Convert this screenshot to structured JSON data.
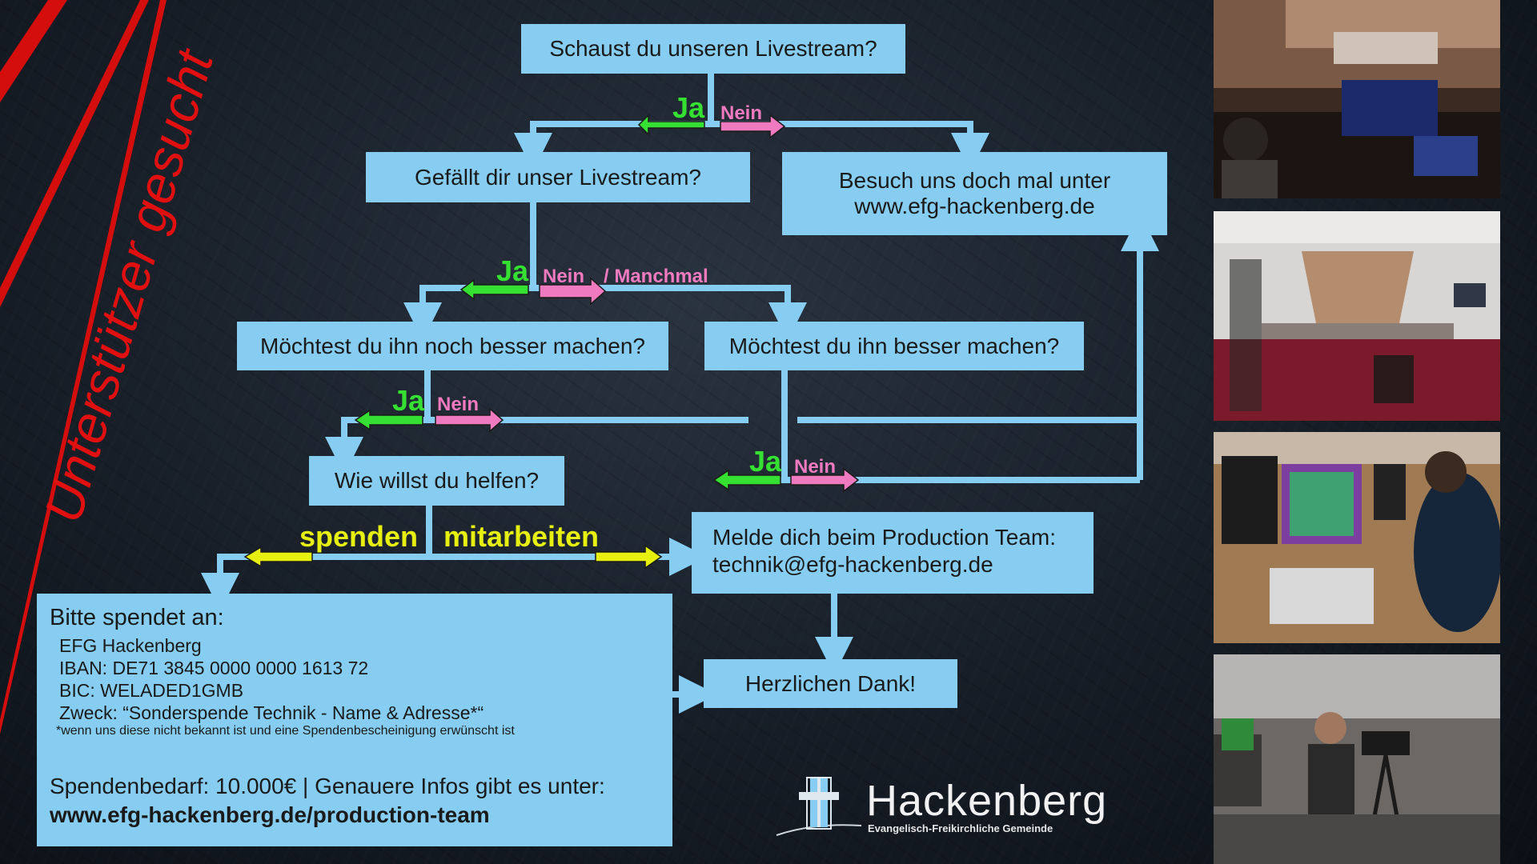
{
  "side_slogan": "Unterstützer gesucht",
  "flow": {
    "q1": "Schaust du unseren Livestream?",
    "q2": "Gefällt dir unser Livestream?",
    "visit": [
      "Besuch uns doch mal unter",
      "www.efg-hackenberg.de"
    ],
    "q3a": "Möchtest du ihn noch besser machen?",
    "q3b": "Möchtest du ihn besser machen?",
    "q4": "Wie willst du helfen?",
    "contact": [
      "Melde dich beim Production Team:",
      "technik@efg-hackenberg.de"
    ],
    "thanks": "Herzlichen Dank!"
  },
  "labels": {
    "ja": "Ja",
    "nein": "Nein",
    "manchmal": "/ Manchmal",
    "spenden": "spenden",
    "mitarbeiten": "mitarbeiten"
  },
  "donation": {
    "heading": "Bitte spendet an:",
    "lines": [
      "EFG Hackenberg",
      "IBAN: DE71 3845 0000 0000 1613 72",
      "BIC: WELADED1GMB",
      "Zweck: “Sonderspende Technik - Name & Adresse*“"
    ],
    "footnote": "*wenn uns diese nicht bekannt ist und eine Spendenbescheinigung erwünscht ist",
    "need": "Spendenbedarf: 10.000€ | Genauere Infos gibt es unter:",
    "url": "www.efg-hackenberg.de/production-team"
  },
  "logo": {
    "name": "Hackenberg",
    "subtitle": "Evangelisch-Freikirchliche Gemeinde"
  },
  "colors": {
    "box": "#86cdf1",
    "line": "#86cdf1",
    "ja": "#35e033",
    "nein": "#f07ac0",
    "choice": "#e6ef10",
    "slogan": "#e01010"
  }
}
